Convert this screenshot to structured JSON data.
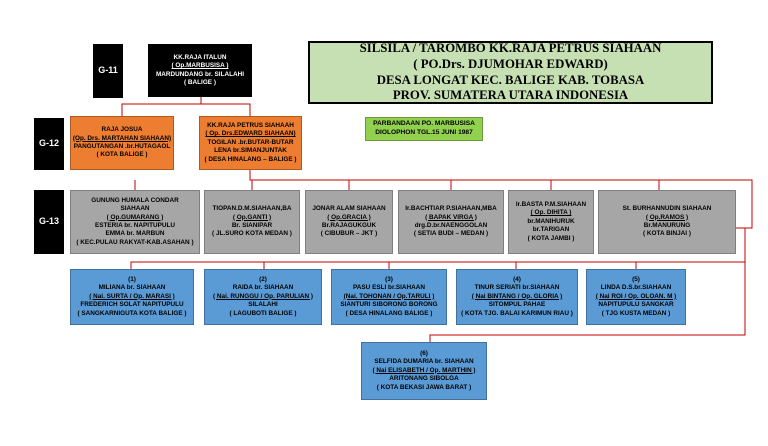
{
  "generations": {
    "g11": "G-11",
    "g12": "G-12",
    "g13": "G-13"
  },
  "title": {
    "line1": "SILSILA / TAROMBO KK.RAJA PETRUS SIAHAAN",
    "line2": "( PO.Drs. DJUMOHAR EDWARD)",
    "line3": "DESA LONGAT KEC. BALIGE KAB. TOBASA",
    "line4": "PROV. SUMATERA UTARA INDONESIA"
  },
  "note": {
    "line1": "PARBANDAAN PO. MARBUSISA",
    "line2": "DIOLOPHON TGL.15 JUNI 1987"
  },
  "root": {
    "l1": "KK.RAJA ITALUN",
    "l2": "( Op.MARBUSISA )",
    "l3": "MARDUNDANG br. SILALAHI",
    "l4": "( BALIGE )"
  },
  "g12_left": {
    "l1": "RAJA JOSUA",
    "l2": "(Op. Drs. MARTAHAN SIAHAAN)",
    "l3": "PANGUTANGAN .br.HUTAGAOL",
    "l4": "( KOTA BALIGE )"
  },
  "g12_right": {
    "l1": "KK.RAJA PETRUS SIAHAAH",
    "l2": "( Op. Drs.EDWARD SIAHAAN)",
    "l3": "TOGILAN .br.BUTAR-BUTAR",
    "l4": "LENA br.SIMANJUNTAK",
    "l5": "( DESA HINALANG – BALIGE )"
  },
  "g13": [
    {
      "l1": "GUNUNG HUMALA CONDAR",
      "l2": "SIAHAAN",
      "l3": "( Op.GUMARANG )",
      "l4": "ESTERIA br. NAPITUPULU",
      "l5": "EMMA br. MARBUN",
      "l6": "( KEC.PULAU RAKYAT-KAB.ASAHAN )"
    },
    {
      "l1": "TIOPAN.D.M.SIAHAAN,BA",
      "l2": "( Op.GANTI )",
      "l3": "Br. SIANIPAR",
      "l4": "( JL.SURO KOTA MEDAN )"
    },
    {
      "l1": "JONAR ALAM SIAHAAN",
      "l2": "( Op.GRACIA )",
      "l3": "Br.RAJAGUKGUK",
      "l4": "( CIBUBUR – JKT )"
    },
    {
      "l1": "Ir.BACHTIAR P.SIAHAAN,MBA",
      "l2": "( BAPAK VIRGA )",
      "l3": "drg.D.br.NAENGGOLAN",
      "l4": "( SETIA BUDI – MEDAN )"
    },
    {
      "l1": "Ir.BASTA P.M.SIAHAAN",
      "l2": "( Op. DIHITA )",
      "l3": "br.MANIHURUK",
      "l4": "br.TARIGAN",
      "l5": "( KOTA JAMBI )"
    },
    {
      "l1": "St. BURHANNUDIN SIAHAAN",
      "l2": "( Op.RAMOS )",
      "l3": "Br.MANURUNG",
      "l4": "( KOTA BINJAI )"
    }
  ],
  "daughters": [
    {
      "n": "(1)",
      "l1": "MILIANA br. SIAHAAN",
      "l2": "( Nai. SURTA / Op. MARASI )",
      "l3": "FREDERICH SOLAT NAPITUPULU",
      "l4": "( SANGKARNIGUTA  KOTA BALIGE )"
    },
    {
      "n": "(2)",
      "l1": "RAIDA br. SIAHAAN",
      "l2": "( Nai. RUNGGU / Op. PARULIAN )",
      "l3": "SILALAHI",
      "l4": "( LAGUBOTI BALIGE )"
    },
    {
      "n": "(3)",
      "l1": "PASU ESLI br.SIAHAAN",
      "l2": "(Nai. TOHONAN / Op.TARULI )",
      "l3": "SIANTURI SIBORONG BORONG",
      "l4": "( DESA HINALANG BALIGE )"
    },
    {
      "n": "(4)",
      "l1": "TINUR SERIATI br.SIAHAAN",
      "l2": "( Nai BINTANG / Op. GLORIA )",
      "l3": "SITOMPUL PAHAE",
      "l4": "( KOTA TJG. BALAI KARIMUN RIAU )"
    },
    {
      "n": "(5)",
      "l1": "LINDA D.S.br.SIAHAAN",
      "l2": "( Nai ROI / Op. OLOAN. M )",
      "l3": "NAPITUPULU SANGKAR",
      "l4": "( TJG KUSTA MEDAN )"
    },
    {
      "n": "(6)",
      "l1": "SELFIDA DUMARIA br. SIAHAAN",
      "l2": "( Nai ELISABETH / Op. MARTHIN )",
      "l3": "ARITONANG SIBOLGA",
      "l4": "( KOTA BEKASI JAWA BARAT )"
    }
  ]
}
